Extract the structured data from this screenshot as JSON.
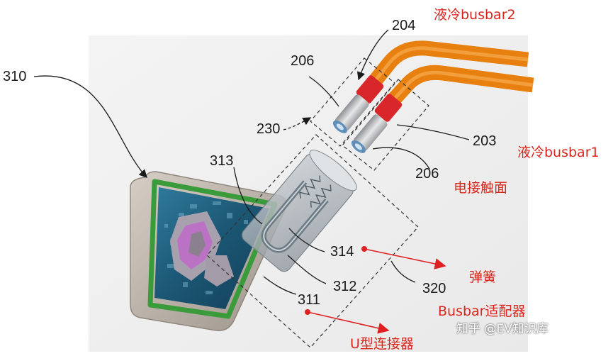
{
  "labels": {
    "n310": "310",
    "n204": "204",
    "n206a": "206",
    "n230": "230",
    "n203": "203",
    "n206b": "206",
    "n313": "313",
    "n314": "314",
    "n312": "312",
    "n320": "320",
    "n311": "311"
  },
  "annotations": {
    "busbar2": "液冷busbar2",
    "busbar1": "液冷busbar1",
    "contact": "电接触面",
    "spring": "弹簧",
    "adapter": "Busbar适配器",
    "uconn": "U型连接器"
  },
  "watermark": "知乎 @EV知识库",
  "colors": {
    "busbar": "#e8800f",
    "contact_red": "#d8262a",
    "terminal": "#b8babc",
    "frame": "#bdb4aa",
    "green_seal": "#3a9b3a",
    "pcb": "#1d5f80",
    "callout_red": "#e02020"
  }
}
